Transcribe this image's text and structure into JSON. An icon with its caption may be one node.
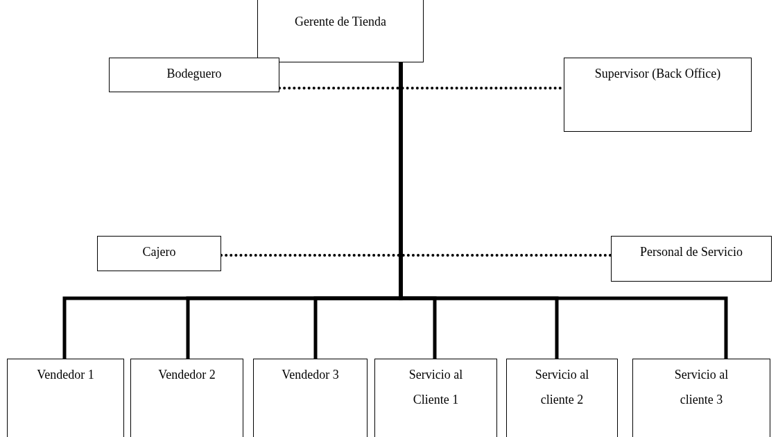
{
  "diagram": {
    "nodes": [
      {
        "text": [
          "Gerente de Tienda"
        ]
      },
      {
        "text": [
          "Bodeguero"
        ]
      },
      {
        "text": [
          "Supervisor (Back Office)"
        ]
      },
      {
        "text": [
          "Cajero"
        ]
      },
      {
        "text": [
          "Personal de Servicio"
        ]
      },
      {
        "text": [
          "Vendedor 1"
        ]
      },
      {
        "text": [
          "Vendedor 2"
        ]
      },
      {
        "text": [
          "Vendedor 3"
        ]
      },
      {
        "text": [
          "Servicio al Cliente 1"
        ]
      },
      {
        "text": [
          "Servicio al cliente 2"
        ]
      },
      {
        "text": [
          "Servicio al cliente 3"
        ]
      }
    ],
    "edges": [
      {
        "from": 1,
        "to": 2,
        "arrow": "none",
        "style": "dashed"
      },
      {
        "from": 3,
        "to": 4,
        "arrow": "none",
        "style": "dashed"
      },
      {
        "from": 0,
        "to": 5,
        "arrow": "none"
      },
      {
        "from": 0,
        "to": 6,
        "arrow": "none"
      },
      {
        "from": 0,
        "to": 7,
        "arrow": "none"
      },
      {
        "from": 0,
        "to": 8,
        "arrow": "none"
      },
      {
        "from": 0,
        "to": 9,
        "arrow": "none"
      },
      {
        "from": 0,
        "to": 10,
        "arrow": "none"
      }
    ]
  }
}
